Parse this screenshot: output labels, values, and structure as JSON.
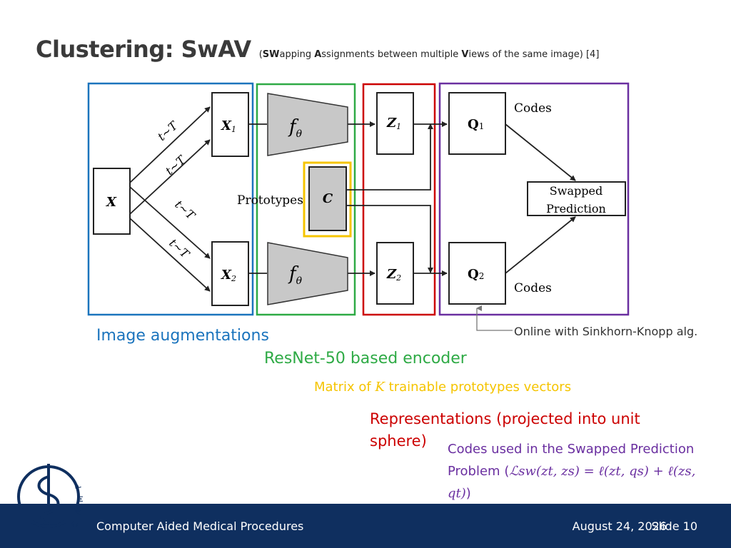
{
  "slide": {
    "title": "Clustering: SwAV",
    "subtitle_parts": [
      "(",
      "SW",
      "apping ",
      "A",
      "ssignments between multiple ",
      "V",
      "iews of the same image) [4]"
    ]
  },
  "diagram": {
    "node_x": "X",
    "node_x1": "X",
    "node_x1_sub": "1",
    "node_x2": "X",
    "node_x2_sub": "2",
    "aug_label": "t~T",
    "encoder_label": "f",
    "encoder_sub": "θ",
    "prototypes_label": "Prototypes",
    "node_c": "C",
    "node_z1": "Z",
    "node_z1_sub": "1",
    "node_z2": "Z",
    "node_z2_sub": "2",
    "node_q1": "Q",
    "node_q1_sub": "1",
    "node_q2": "Q",
    "node_q2_sub": "2",
    "codes_top": "Codes",
    "codes_bottom": "Codes",
    "swapped_line1": "Swapped",
    "swapped_line2": "Prediction"
  },
  "captions": {
    "augmentations": "Image augmentations",
    "encoder": "ResNet-50 based encoder",
    "prototypes_pre": "Matrix of ",
    "prototypes_k": "K",
    "prototypes_post": " trainable prototypes vectors",
    "representations": "Representations (projected into unit sphere)",
    "codes_text": "Codes used in the Swapped Prediction Problem (",
    "codes_formula": "ℒsw(zt, zs) = ℓ(zt, qs) + ℓ(zs, qt)",
    "codes_close": ")\n)",
    "sinkhorn": "Online with Sinkhorn-Knopp alg."
  },
  "footer": {
    "institution": "Computer Aided Medical Procedures",
    "date": "August 24, 2026",
    "slide_number": "Slide 10"
  },
  "logo": {
    "letters": [
      "C",
      "A",
      "M",
      "P"
    ]
  },
  "colors": {
    "blue": "#1b74bd",
    "green": "#2eaa45",
    "yellow": "#f5c400",
    "red": "#cc0000",
    "purple": "#6a2fa0",
    "footer_bg": "#0f2f5f",
    "encoder_fill": "#c8c8c8"
  }
}
